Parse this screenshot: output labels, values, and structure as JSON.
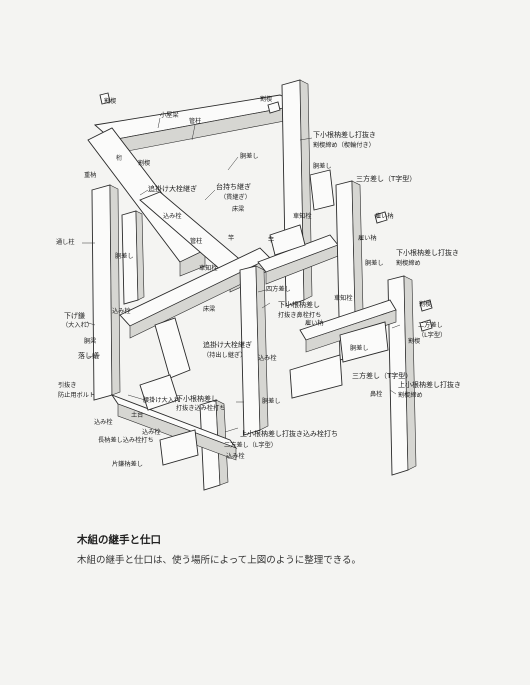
{
  "caption": {
    "title": "木組の継手と仕口",
    "body": "木組の継手と仕口は、使う場所によって上図のように整理できる。"
  },
  "labels": {
    "l01": "割楔",
    "l02": "小屋梁",
    "l03": "割楔",
    "l04": "管柱",
    "l05": "下小根枘差し打抜き",
    "l06": "割楔締め（楔輪付き）",
    "l07": "桁",
    "l08": "割楔",
    "l09": "胴差し",
    "l10": "胴差し",
    "l11": "重枘",
    "l12": "追掛け大栓継ぎ",
    "l13": "台持ち継ぎ",
    "l14": "（貫継ぎ）",
    "l15": "三方差し（T字型）",
    "l16": "床梁",
    "l17": "込み栓",
    "l18": "車知栓",
    "l19": "雇い枘",
    "l20": "管柱",
    "l21": "竿",
    "l22": "竿",
    "l23": "雇い枘",
    "l24": "通し柱",
    "l25": "胴差し",
    "l26": "下小根枘差し打抜き",
    "l27": "割楔締め",
    "l28": "車知栓",
    "l29": "胴差し",
    "l30": "四方差し",
    "l31": "車知栓",
    "l32": "下げ鎌",
    "l33": "（大入れ）",
    "l34": "床梁",
    "l35": "下小根枘差し",
    "l36": "打抜き鼻栓打ち",
    "l37": "割楔",
    "l38": "込み栓",
    "l39": "雇い枘",
    "l40": "胴梁",
    "l41": "割楔",
    "l42": "二方差し",
    "l43": "（L字型）",
    "l44": "落し蟻",
    "l45": "追掛け大栓継ぎ",
    "l46": "（持出し継ぎ）",
    "l47": "胴差し",
    "l48": "引抜き",
    "l49": "防止用ボルト",
    "l50": "込み栓",
    "l51": "三方差し（T字型）",
    "l52": "鼻栓",
    "l53": "上小根枘差し打抜き",
    "l54": "割楔締め",
    "l55": "土台",
    "l56": "込み栓",
    "l57": "胴差し",
    "l58": "下小根枘差し",
    "l59": "打抜き込み栓打ち",
    "l60": "込み栓",
    "l61": "上小根枘差し打抜き込み栓打ち",
    "l62": "長枘差し込み栓打ち",
    "l63": "二方差し（L字型）",
    "l64": "込み栓",
    "l65": "片鎌枘差し",
    "l66": "腰掛け大入れ"
  }
}
